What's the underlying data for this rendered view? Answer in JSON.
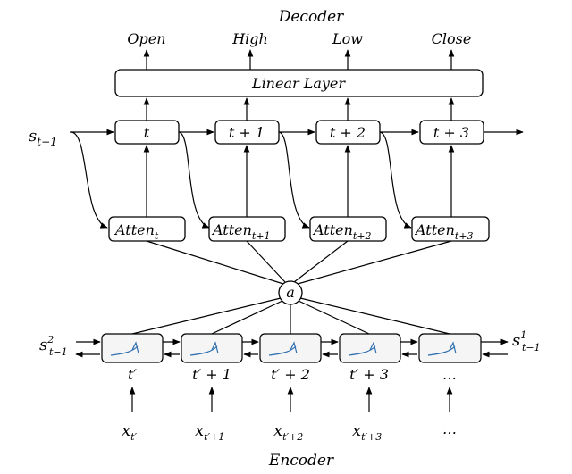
{
  "decoder": {
    "title": "Decoder",
    "outputs": [
      "Open",
      "High",
      "Low",
      "Close"
    ],
    "linear_layer": "Linear Layer",
    "state_in": {
      "base": "s",
      "sub": "t−1"
    },
    "steps": [
      "t",
      "t + 1",
      "t + 2",
      "t + 3"
    ],
    "atten": [
      {
        "base": "Atten",
        "sub": "t"
      },
      {
        "base": "Atten",
        "sub": "t+1"
      },
      {
        "base": "Atten",
        "sub": "t+2"
      },
      {
        "base": "Atten",
        "sub": "t+3"
      }
    ]
  },
  "attention_node": "a",
  "encoder": {
    "title": "Encoder",
    "steps": [
      "t′",
      "t′ + 1",
      "t′ + 2",
      "t′ + 3",
      "…"
    ],
    "inputs": [
      {
        "base": "x",
        "sub": "t′"
      },
      {
        "base": "x",
        "sub": "t′+1"
      },
      {
        "base": "x",
        "sub": "t′+2"
      },
      {
        "base": "x",
        "sub": "t′+3"
      },
      {
        "base": "…",
        "sub": ""
      }
    ],
    "state_left": {
      "base": "s",
      "sup": "2",
      "sub": "t−1"
    },
    "state_right": {
      "base": "s",
      "sup": "1",
      "sub": "t−1"
    }
  },
  "colors": {
    "lines": "#000000",
    "cell_plot": "#2f6fb0"
  }
}
